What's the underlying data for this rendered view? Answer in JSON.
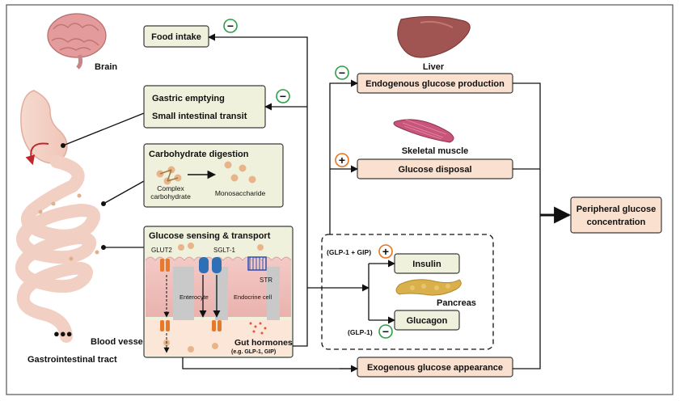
{
  "labels": {
    "brain": "Brain",
    "liver": "Liver",
    "skeletal_muscle": "Skeletal muscle",
    "pancreas": "Pancreas",
    "blood_vessel": "Blood vessel",
    "gi_tract": "Gastrointestinal tract",
    "dots": "●●●"
  },
  "boxes": {
    "food_intake": "Food intake",
    "gastric_emptying": "Gastric emptying",
    "small_intestinal_transit": "Small intestinal transit",
    "carb_digestion": "Carbohydrate digestion",
    "complex_carb_1": "Complex",
    "complex_carb_2": "carbohydrate",
    "monosaccharide": "Monosaccharide",
    "glucose_sensing": "Glucose sensing & transport",
    "endogenous": "Endogenous glucose production",
    "glucose_disposal": "Glucose disposal",
    "peripheral_1": "Peripheral glucose",
    "peripheral_2": "concentration",
    "insulin": "Insulin",
    "glucagon": "Glucagon",
    "exogenous": "Exogenous glucose appearance"
  },
  "cell_labels": {
    "glut2": "GLUT2",
    "sglt1": "SGLT-1",
    "str": "STR",
    "enterocyte": "Enterocyte",
    "endocrine": "Endocrine cell",
    "gut_hormones": "Gut hormones",
    "gut_hormones_eg": "(e.g. GLP-1, GIP)"
  },
  "effects": {
    "glp1_gip": "(GLP-1 + GIP)",
    "glp1": "(GLP-1)",
    "minus": "−",
    "plus": "+"
  },
  "colors": {
    "box_fill": "#f0f1dc",
    "target_fill": "#fae0cf",
    "minus_green": "#2e9e47",
    "plus_orange": "#e8731e",
    "red_arrow": "#c0272d"
  }
}
